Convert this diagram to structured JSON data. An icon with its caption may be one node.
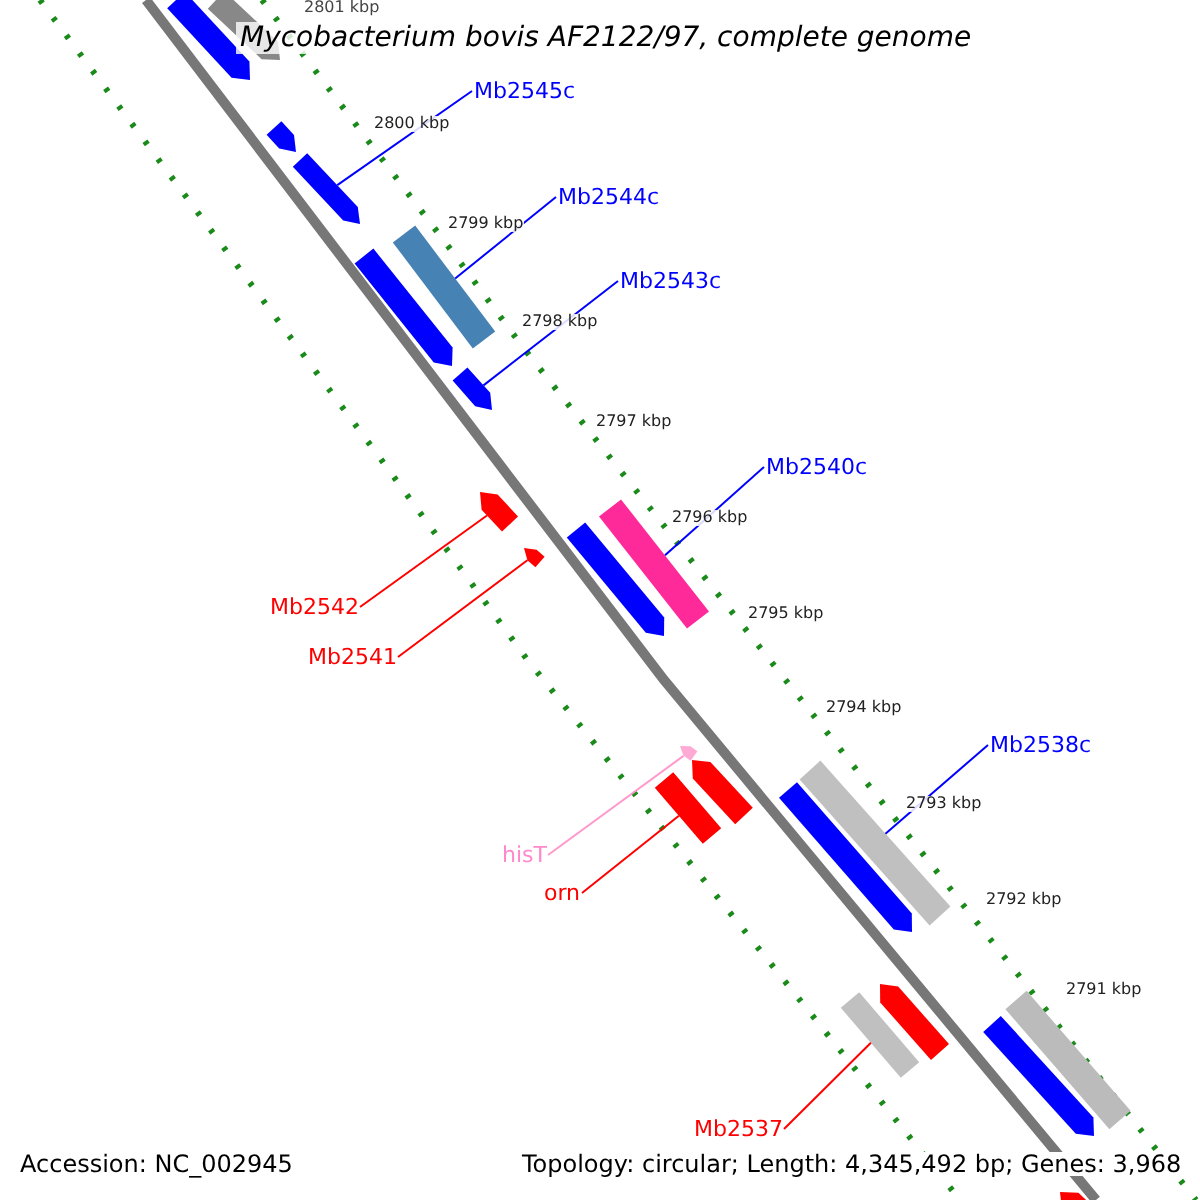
{
  "diagram": {
    "title": "Mycobacterium bovis AF2122/97, complete genome",
    "nodes": [
      {
        "text": [
          "Mb2545c"
        ]
      },
      {
        "text": [],
        "shape": "arrow"
      },
      {
        "text": [
          "Mb2544c"
        ]
      },
      {
        "text": [],
        "shape": "arrow"
      },
      {
        "text": [
          "Mb2543c"
        ]
      },
      {
        "text": [],
        "shape": "arrow"
      },
      {
        "text": [
          "Mb2540c"
        ]
      },
      {
        "text": [],
        "shape": "arrow"
      },
      {
        "text": [
          "Mb2542"
        ]
      },
      {
        "text": [],
        "shape": "arrow"
      },
      {
        "text": [
          "Mb2541"
        ]
      },
      {
        "text": [],
        "shape": "arrow"
      },
      {
        "text": [
          "hisT"
        ]
      },
      {
        "text": [],
        "shape": "arrow"
      },
      {
        "text": [
          "orn"
        ]
      },
      {
        "text": [],
        "shape": "arrow"
      },
      {
        "text": [
          "Mb2538c"
        ]
      },
      {
        "text": [],
        "shape": "arrow"
      },
      {
        "text": [
          "Mb2537"
        ]
      },
      {
        "text": [],
        "shape": "arrow"
      },
      {
        "text": [],
        "shape": "arrow"
      },
      {
        "text": [],
        "shape": "arrow"
      },
      {
        "text": [],
        "shape": "arrow"
      },
      {
        "text": [],
        "shape": "arrow"
      },
      {
        "text": [],
        "shape": "arrow"
      },
      {
        "text": [],
        "shape": "arrow"
      },
      {
        "text": [],
        "shape": "arrow"
      },
      {
        "text": [],
        "shape": "arrow"
      },
      {
        "text": [],
        "shape": "arrow"
      },
      {
        "text": [],
        "shape": "arrow"
      },
      {
        "text": [],
        "shape": "arrow"
      }
    ],
    "edges": [
      {
        "from": 0,
        "to": 1,
        "arrow": "none",
        "color": "#0000ff"
      },
      {
        "from": 2,
        "to": 3,
        "arrow": "none",
        "color": "#0000ff"
      },
      {
        "from": 4,
        "to": 5,
        "arrow": "none",
        "color": "#0000ff"
      },
      {
        "from": 6,
        "to": 7,
        "arrow": "none",
        "color": "#0000ff"
      },
      {
        "from": 8,
        "to": 9,
        "arrow": "none",
        "color": "#ff0000"
      },
      {
        "from": 10,
        "to": 11,
        "arrow": "none",
        "color": "#ff0000"
      },
      {
        "from": 12,
        "to": 13,
        "arrow": "none",
        "color": "#ff99cc"
      },
      {
        "from": 14,
        "to": 15,
        "arrow": "none",
        "color": "#ff0000"
      },
      {
        "from": 16,
        "to": 17,
        "arrow": "none",
        "color": "#0000ff"
      },
      {
        "from": 18,
        "to": 19,
        "arrow": "none",
        "color": "#ff0000"
      }
    ],
    "labels": [
      "2801 kbp",
      "2800 kbp",
      "2799 kbp",
      "2798 kbp",
      "2797 kbp",
      "2796 kbp",
      "2795 kbp",
      "2794 kbp",
      "2793 kbp",
      "2792 kbp",
      "2791 kbp",
      "Accession: NC_002945",
      "Topology: circular; Length: 4,345,492 bp; Genes: 3,968"
    ]
  }
}
